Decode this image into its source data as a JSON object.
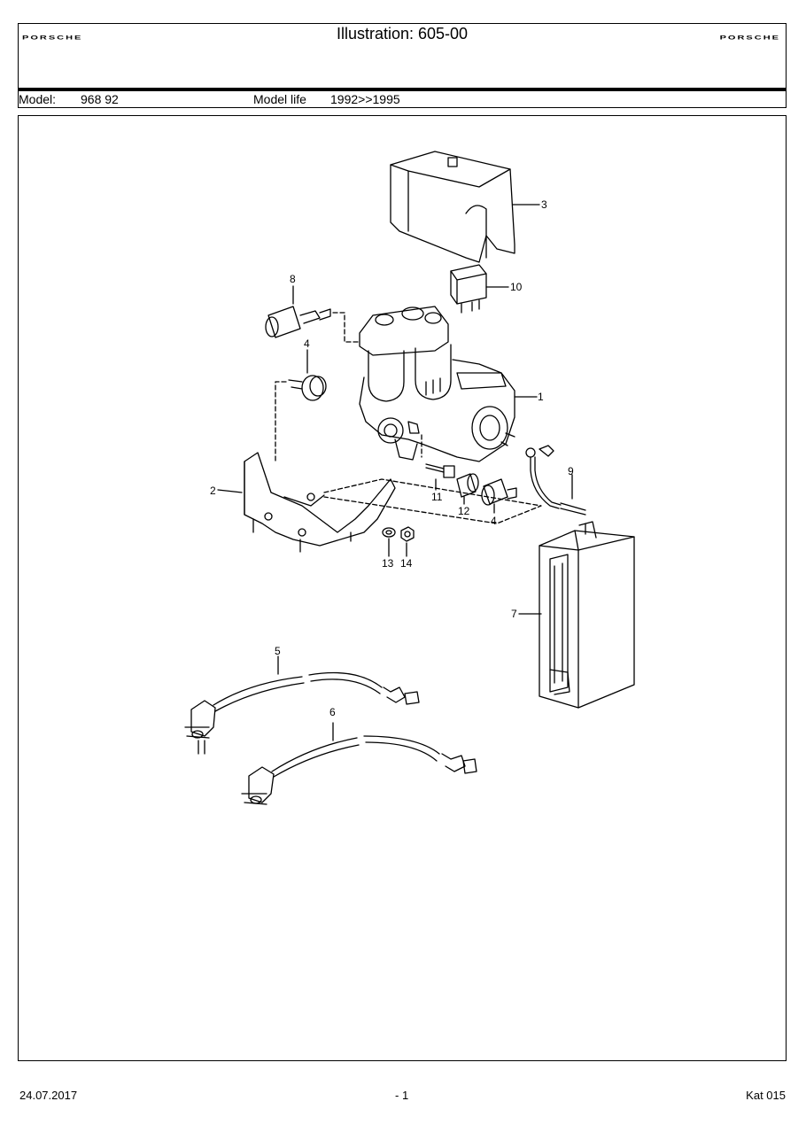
{
  "header": {
    "brand_left": "PORSCHE",
    "brand_right": "PORSCHE",
    "title": "Illustration: 605-00"
  },
  "model": {
    "model_label": "Model:",
    "model_value": "968 92",
    "life_label": "Model life",
    "life_value": "1992>>1995"
  },
  "callouts": {
    "c1": "1",
    "c2": "2",
    "c3": "3",
    "c4a": "4",
    "c4b": "4",
    "c5": "5",
    "c6": "6",
    "c7": "7",
    "c8": "8",
    "c9": "9",
    "c10": "10",
    "c11": "11",
    "c12": "12",
    "c13": "13",
    "c14": "14"
  },
  "footer": {
    "date": "24.07.2017",
    "page": "- 1",
    "catalog": "Kat 015"
  }
}
